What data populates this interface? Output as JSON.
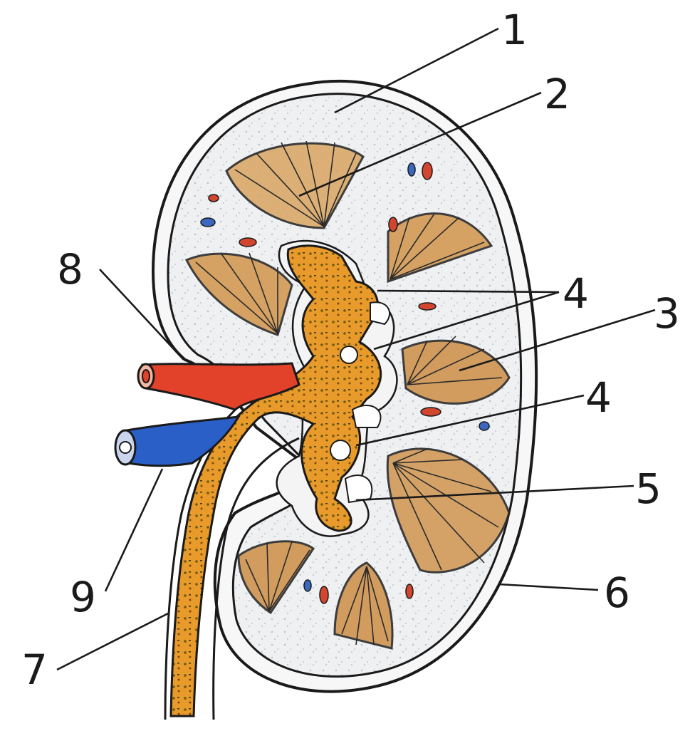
{
  "labels": [
    {
      "id": "label-1",
      "text": "1"
    },
    {
      "id": "label-2",
      "text": "2"
    },
    {
      "id": "label-3",
      "text": "3"
    },
    {
      "id": "label-4a",
      "text": "4"
    },
    {
      "id": "label-4b",
      "text": "4"
    },
    {
      "id": "label-5",
      "text": "5"
    },
    {
      "id": "label-6",
      "text": "6"
    },
    {
      "id": "label-7",
      "text": "7"
    },
    {
      "id": "label-8",
      "text": "8"
    },
    {
      "id": "label-9",
      "text": "9"
    }
  ],
  "colors": {
    "outline": "#1a1a1a",
    "cortex_fill": "#eef0f2",
    "capsule_fill": "#f7f7f7",
    "pyramid_stroke": "#2a2a2a",
    "pyramid_accent": "#b86a1e",
    "pelvis_fill": "#e89a2a",
    "pelvis_dark": "#6b5a12",
    "artery": "#e2412a",
    "vein": "#2a5fc8",
    "vessel_red": "#d2452e",
    "vessel_blue": "#3a67c0"
  }
}
